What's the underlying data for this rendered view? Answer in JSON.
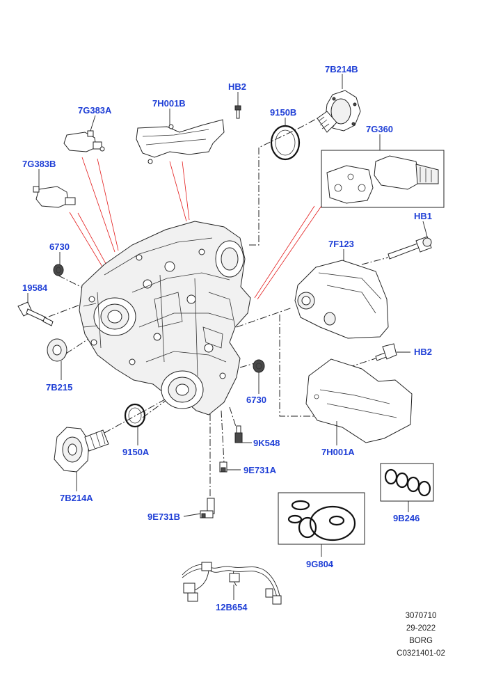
{
  "callouts": {
    "c_7B214B": "7B214B",
    "c_HB2_top": "HB2",
    "c_7H001B": "7H001B",
    "c_9150B": "9150B",
    "c_7G383A": "7G383A",
    "c_7G360": "7G360",
    "c_7G383B": "7G383B",
    "c_HB1": "HB1",
    "c_6730_left": "6730",
    "c_7F123": "7F123",
    "c_19584": "19584",
    "c_HB2_right": "HB2",
    "c_7B215": "7B215",
    "c_6730_right": "6730",
    "c_9K548": "9K548",
    "c_9150A": "9150A",
    "c_7H001A": "7H001A",
    "c_9E731A": "9E731A",
    "c_7B214A": "7B214A",
    "c_9B246": "9B246",
    "c_9E731B": "9E731B",
    "c_9G804": "9G804",
    "c_12B654": "12B654"
  },
  "meta": {
    "line1": "3070710",
    "line2": "29-2022",
    "line3": "BORG",
    "line4": "C0321401-02"
  },
  "colors": {
    "callout": "#1f3fd6",
    "red_lead": "#e31b1b",
    "line": "#222222"
  }
}
